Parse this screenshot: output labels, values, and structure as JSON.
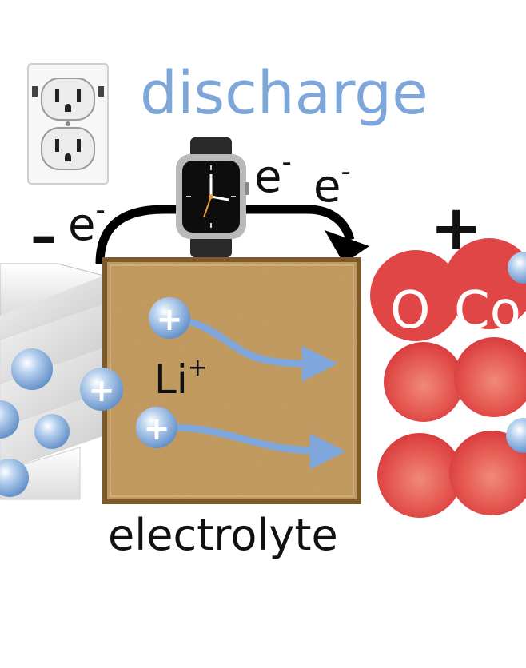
{
  "diagram": {
    "title": "discharge",
    "electron_label": "e",
    "electron_sup": "-",
    "negative_sign": "–",
    "positive_sign": "+",
    "ion_label": "Li",
    "ion_sup": "+",
    "ion_symbol": "+",
    "electrolyte_label": "electrolyte",
    "cathode_labels": [
      "O",
      "Co"
    ],
    "icons": [
      "wall-outlet-icon",
      "smartwatch-icon"
    ],
    "colors": {
      "title": "#7ea6d8",
      "ion": "#8fb6e0",
      "arrow": "#7fa7dc",
      "electrolyte": "#c39a5f",
      "cathode": "#e04646",
      "wire": "#000000"
    }
  }
}
